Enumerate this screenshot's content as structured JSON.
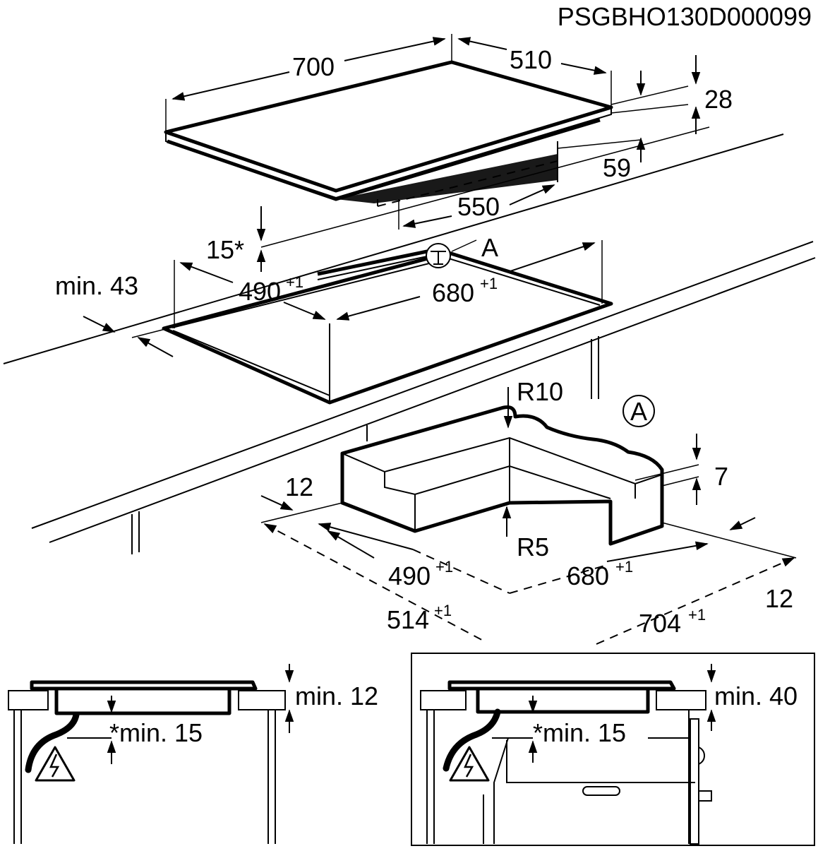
{
  "code": "PSGBHO130D000099",
  "hob": {
    "width": "700",
    "depth": "510",
    "thickness": "28",
    "height_total": "59",
    "bottom_depth": "550",
    "gap": "15*"
  },
  "cutout": {
    "min_edge": "min. 43",
    "depth": "490",
    "depth_tol": "+1",
    "width": "680",
    "width_tol": "+1",
    "detail_marker": "A",
    "callout": "A"
  },
  "detail": {
    "label": "A",
    "r_outer": "R10",
    "r_inner": "R5",
    "step_height": "7",
    "ledge_left": "12",
    "ledge_right": "12",
    "inner_depth": "490",
    "inner_depth_tol": "+1",
    "inner_width": "680",
    "inner_width_tol": "+1",
    "outer_depth": "514",
    "outer_depth_tol": "+1",
    "outer_width": "704",
    "outer_width_tol": "+1"
  },
  "install_left": {
    "clearance": "min. 12",
    "below": "*min. 15"
  },
  "install_right": {
    "clearance": "min. 40",
    "below": "*min. 15"
  }
}
